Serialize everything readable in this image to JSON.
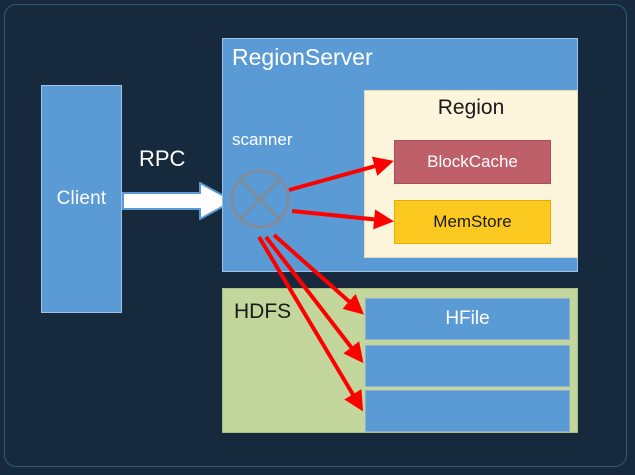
{
  "diagram": {
    "title": "HBase read path: Client scanner over RegionServer, Region and HDFS",
    "background_color": "#17293D",
    "frame_color": "#2d5a7a"
  },
  "client": {
    "label": "Client",
    "color": "#5B9BD5"
  },
  "rpc": {
    "label": "RPC",
    "arrow_color": "#FFFFFF",
    "arrow_border_color": "#5B9BD5",
    "direction": "client-to-regionserver"
  },
  "regionserver": {
    "title": "RegionServer",
    "color": "#5B9BD5",
    "scanner": {
      "label": "scanner",
      "shape": "circle-with-x",
      "stroke_color": "#7F8C9B"
    }
  },
  "region": {
    "title": "Region",
    "color": "#FDF4DC",
    "components": [
      {
        "label": "BlockCache",
        "color": "#BF5F6A",
        "text_color": "#FFFFFF"
      },
      {
        "label": "MemStore",
        "color": "#FCC921",
        "text_color": "#1A1A1A"
      }
    ]
  },
  "hdfs": {
    "title": "HDFS",
    "color": "#C3D69B",
    "files": [
      {
        "label": "HFile",
        "color": "#5B9BD5"
      },
      {
        "label": "",
        "color": "#5B9BD5"
      },
      {
        "label": "",
        "color": "#5B9BD5"
      }
    ]
  },
  "arrows": {
    "color": "#FF0000",
    "targets": [
      "BlockCache",
      "MemStore",
      "HFile-1",
      "HFile-2",
      "HFile-3"
    ]
  }
}
